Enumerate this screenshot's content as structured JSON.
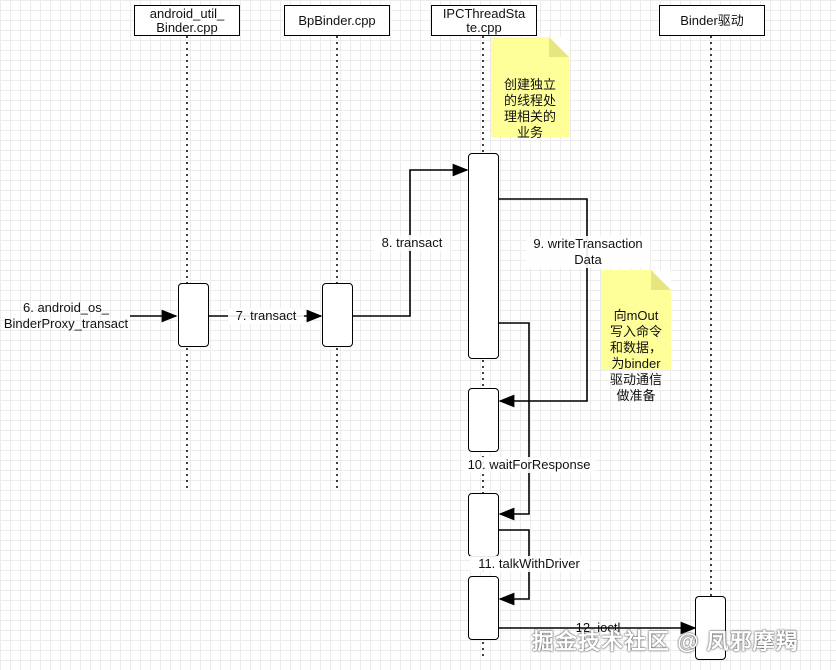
{
  "lifelines": [
    {
      "id": "util",
      "label": "android_util_\nBinder.cpp"
    },
    {
      "id": "bp",
      "label": "BpBinder.cpp"
    },
    {
      "id": "ipc",
      "label": "IPCThreadSta\nte.cpp"
    },
    {
      "id": "drv",
      "label": "Binder驱动"
    }
  ],
  "notes": {
    "ipc_note": "创建独立\n的线程处\n理相关的\n业务",
    "write_note": "向mOut\n写入命令\n和数据，\n为binder\n驱动通信\n做准备"
  },
  "messages": {
    "m6": "6. android_os_\nBinderProxy_transact",
    "m7": "7. transact",
    "m8": "8. transact",
    "m9": "9. writeTransaction\nData",
    "m10": "10. waitForResponse",
    "m11": "11. talkWithDriver",
    "m12": "12. ioctl"
  },
  "watermark": "掘金技术社区 @ 凤邪摩羯",
  "colors": {
    "note": "#ffff99",
    "line": "#000000",
    "grid": "#ececec"
  }
}
